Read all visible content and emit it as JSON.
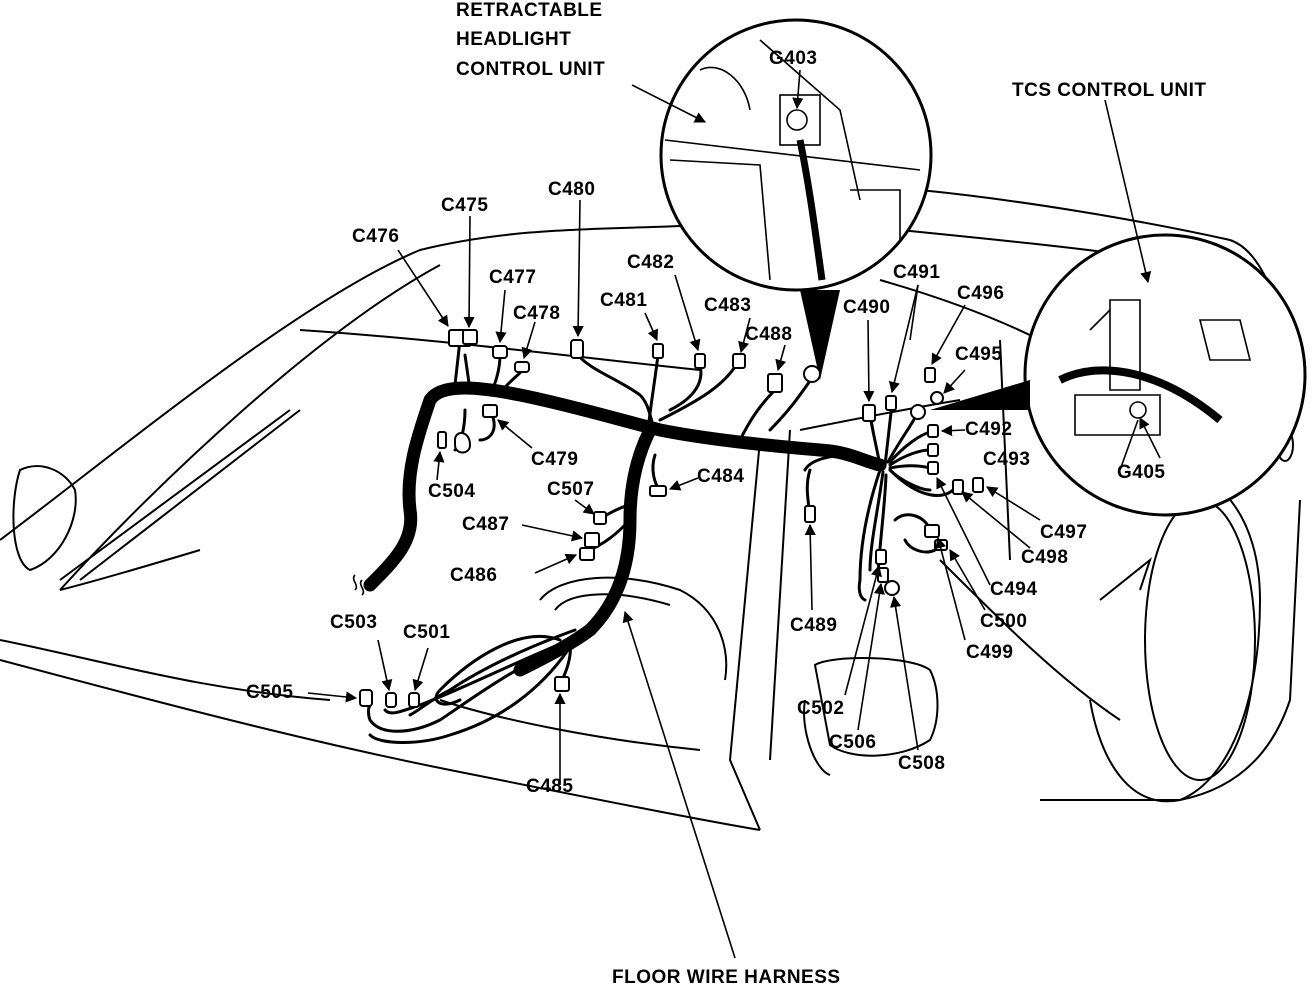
{
  "labels": {
    "retractable": "RETRACTABLE",
    "headlight": "HEADLIGHT",
    "control_unit": "CONTROL UNIT",
    "tcs": "TCS CONTROL UNIT",
    "g403": "G403",
    "g405": "G405",
    "floor_harness": "FLOOR WIRE HARNESS",
    "c475": "C475",
    "c476": "C476",
    "c477": "C477",
    "c478": "C478",
    "c479": "C479",
    "c480": "C480",
    "c481": "C481",
    "c482": "C482",
    "c483": "C483",
    "c484": "C484",
    "c485": "C485",
    "c486": "C486",
    "c487": "C487",
    "c488": "C488",
    "c489": "C489",
    "c490": "C490",
    "c491": "C491",
    "c492": "C492",
    "c493": "C493",
    "c494": "C494",
    "c495": "C495",
    "c496": "C496",
    "c497": "C497",
    "c498": "C498",
    "c499": "C499",
    "c500": "C500",
    "c501": "C501",
    "c502": "C502",
    "c503": "C503",
    "c504": "C504",
    "c505": "C505",
    "c506": "C506",
    "c507": "C507",
    "c508": "C508"
  }
}
